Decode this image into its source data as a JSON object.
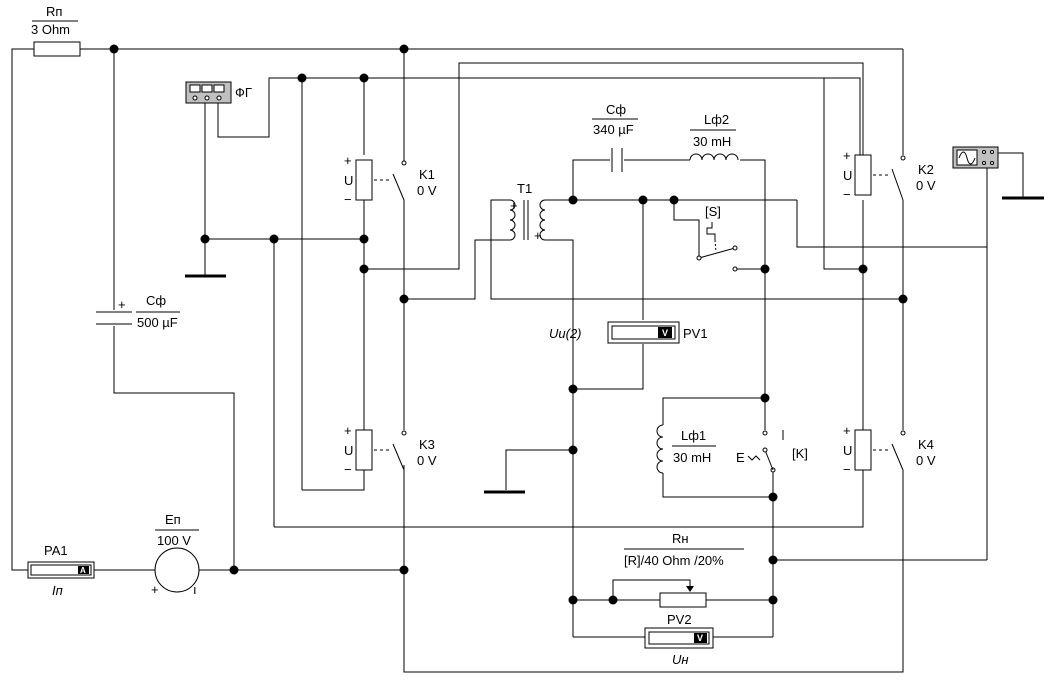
{
  "supply": {
    "r_name": "Rп",
    "r_value": "3 Ohm",
    "emf_name": "Eп",
    "emf_value": "100 V",
    "plus": "+",
    "minus": "ı",
    "ammeter_name": "PA1",
    "ammeter_unit": "A",
    "ammeter_caption": "Iп"
  },
  "filter_in": {
    "c_name": "Cф",
    "c_value": "500 µF",
    "c_plus": "+"
  },
  "func_gen": {
    "name": "ФГ"
  },
  "switches": [
    {
      "name": "K1",
      "value": "0 V",
      "u": "U",
      "plus": "+",
      "minus": "−"
    },
    {
      "name": "K2",
      "value": "0 V",
      "u": "U",
      "plus": "+",
      "minus": "−"
    },
    {
      "name": "K3",
      "value": "0 V",
      "u": "U",
      "plus": "+",
      "minus": "−"
    },
    {
      "name": "K4",
      "value": "0 V",
      "u": "U",
      "plus": "+",
      "minus": "−"
    }
  ],
  "transformer": {
    "name": "T1",
    "plus": "+"
  },
  "filter_out": {
    "c_name": "Cф",
    "c_value": "340 µF",
    "l2_name": "Lф2",
    "l2_value": "30 mH",
    "l1_name": "Lф1",
    "l1_value": "30 mH"
  },
  "keys": {
    "s_label": "[S]",
    "k_label": "[K]",
    "e_label": "E"
  },
  "voltmeters": {
    "pv1_name": "PV1",
    "pv1_caption": "Uu(2)",
    "pv1_unit": "V",
    "pv2_name": "PV2",
    "pv2_caption": "Uн",
    "pv2_unit": "V"
  },
  "load": {
    "name": "Rн",
    "value": "[R]/40  Ohm /20%"
  }
}
